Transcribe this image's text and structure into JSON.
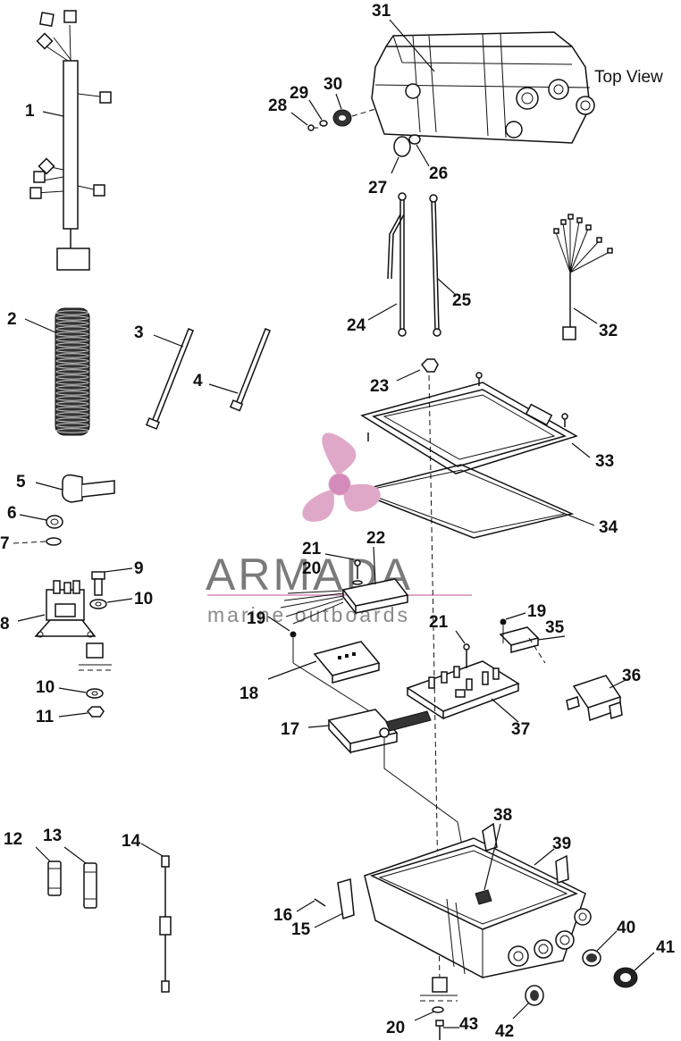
{
  "top_view_label": "Top View",
  "watermark": {
    "brand": "ARMADA",
    "tagline": "marine outboards",
    "color": "#e0a8c8"
  },
  "callouts": [
    "1",
    "2",
    "3",
    "4",
    "5",
    "6",
    "7",
    "8",
    "9",
    "10",
    "10",
    "11",
    "12",
    "13",
    "14",
    "15",
    "16",
    "17",
    "18",
    "19",
    "19",
    "20",
    "20",
    "21",
    "21",
    "22",
    "23",
    "24",
    "25",
    "26",
    "27",
    "28",
    "29",
    "30",
    "31",
    "32",
    "33",
    "34",
    "35",
    "36",
    "37",
    "38",
    "39",
    "40",
    "41",
    "42",
    "43"
  ]
}
